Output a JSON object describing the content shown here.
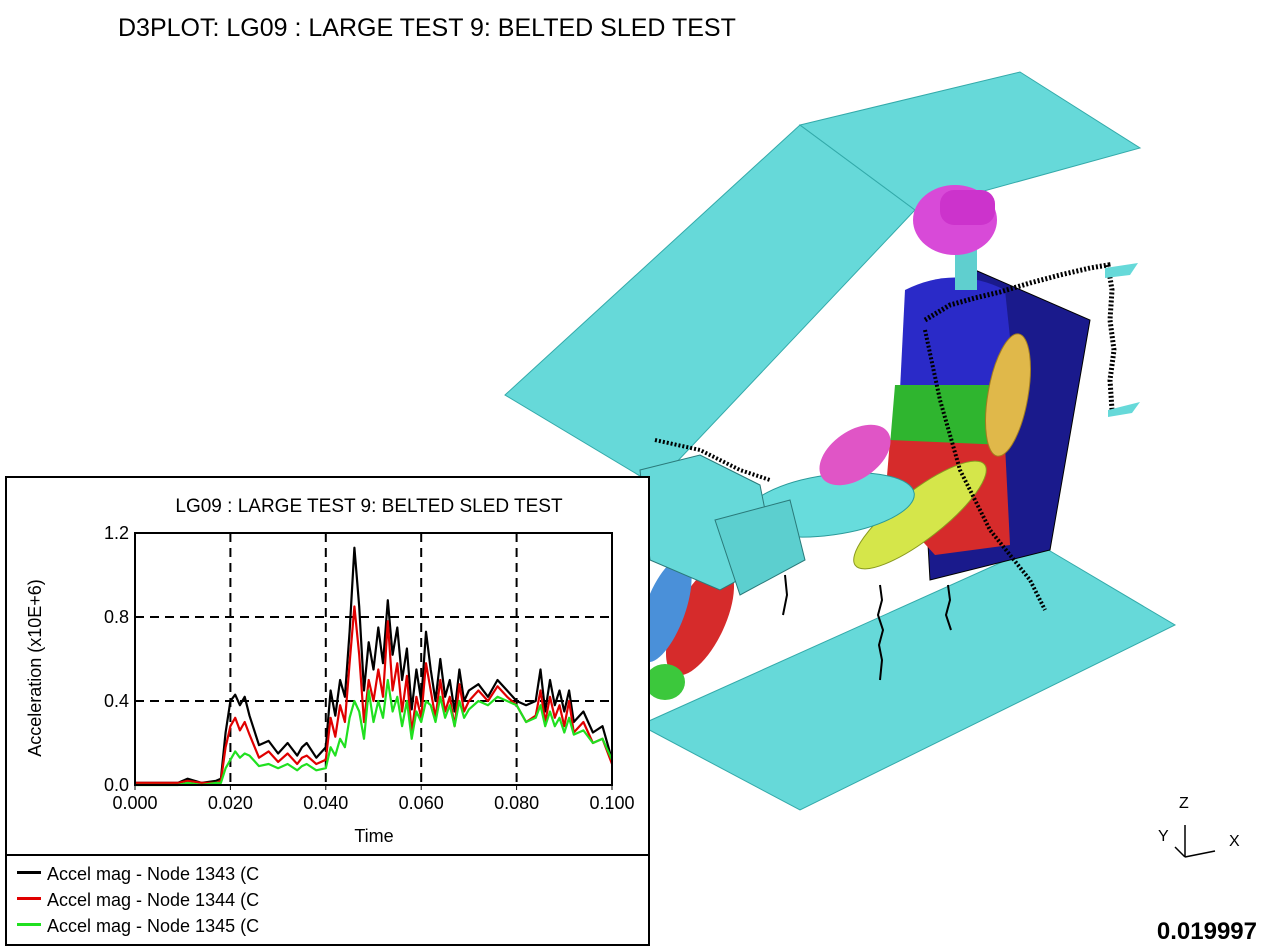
{
  "window": {
    "title": "D3PLOT: LG09 : LARGE TEST 9: BELTED SLED TEST",
    "time_readout": "0.019997"
  },
  "triad": {
    "z": "Z",
    "y": "Y",
    "x": "X"
  },
  "chart_data": {
    "type": "line",
    "title": "LG09 : LARGE TEST 9: BELTED SLED TEST",
    "xlabel": "Time",
    "ylabel": "Acceleration (x10E+6)",
    "xlim": [
      0.0,
      0.1
    ],
    "ylim": [
      0.0,
      1.2
    ],
    "xticks": [
      "0.000",
      "0.020",
      "0.040",
      "0.060",
      "0.080",
      "0.100"
    ],
    "yticks": [
      "0.0",
      "0.4",
      "0.8",
      "1.2"
    ],
    "grid": true,
    "legend_position": "bottom",
    "series": [
      {
        "name": "Accel mag - Node 1343 (C",
        "color": "#000000",
        "x": [
          0.0,
          0.009,
          0.011,
          0.014,
          0.017,
          0.018,
          0.019,
          0.02,
          0.021,
          0.022,
          0.023,
          0.024,
          0.026,
          0.028,
          0.03,
          0.032,
          0.034,
          0.035,
          0.036,
          0.038,
          0.04,
          0.041,
          0.042,
          0.043,
          0.044,
          0.045,
          0.046,
          0.047,
          0.048,
          0.049,
          0.05,
          0.051,
          0.052,
          0.053,
          0.054,
          0.055,
          0.056,
          0.057,
          0.058,
          0.059,
          0.06,
          0.061,
          0.062,
          0.063,
          0.064,
          0.065,
          0.066,
          0.067,
          0.068,
          0.069,
          0.07,
          0.072,
          0.074,
          0.076,
          0.078,
          0.08,
          0.082,
          0.084,
          0.085,
          0.086,
          0.087,
          0.088,
          0.089,
          0.09,
          0.091,
          0.092,
          0.094,
          0.096,
          0.098,
          0.1
        ],
        "values": [
          0.01,
          0.01,
          0.03,
          0.01,
          0.02,
          0.03,
          0.25,
          0.4,
          0.43,
          0.38,
          0.42,
          0.33,
          0.19,
          0.21,
          0.15,
          0.2,
          0.14,
          0.18,
          0.2,
          0.13,
          0.18,
          0.45,
          0.33,
          0.5,
          0.42,
          0.73,
          1.13,
          0.85,
          0.45,
          0.68,
          0.55,
          0.75,
          0.58,
          0.88,
          0.62,
          0.75,
          0.5,
          0.65,
          0.36,
          0.55,
          0.4,
          0.73,
          0.55,
          0.4,
          0.6,
          0.42,
          0.5,
          0.35,
          0.55,
          0.4,
          0.45,
          0.48,
          0.42,
          0.5,
          0.45,
          0.4,
          0.38,
          0.4,
          0.55,
          0.35,
          0.5,
          0.38,
          0.45,
          0.35,
          0.45,
          0.3,
          0.35,
          0.25,
          0.28,
          0.12
        ]
      },
      {
        "name": "Accel mag - Node 1344 (C",
        "color": "#e00000",
        "x": [
          0.0,
          0.009,
          0.011,
          0.014,
          0.017,
          0.018,
          0.019,
          0.02,
          0.021,
          0.022,
          0.023,
          0.024,
          0.026,
          0.028,
          0.03,
          0.032,
          0.034,
          0.035,
          0.036,
          0.038,
          0.04,
          0.041,
          0.042,
          0.043,
          0.044,
          0.045,
          0.046,
          0.047,
          0.048,
          0.049,
          0.05,
          0.051,
          0.052,
          0.053,
          0.054,
          0.055,
          0.056,
          0.057,
          0.058,
          0.059,
          0.06,
          0.061,
          0.062,
          0.063,
          0.064,
          0.065,
          0.066,
          0.067,
          0.068,
          0.069,
          0.07,
          0.072,
          0.074,
          0.076,
          0.078,
          0.08,
          0.082,
          0.084,
          0.085,
          0.086,
          0.087,
          0.088,
          0.089,
          0.09,
          0.091,
          0.092,
          0.094,
          0.096,
          0.098,
          0.1
        ],
        "values": [
          0.01,
          0.01,
          0.02,
          0.01,
          0.01,
          0.02,
          0.18,
          0.28,
          0.32,
          0.26,
          0.3,
          0.24,
          0.13,
          0.16,
          0.11,
          0.15,
          0.1,
          0.13,
          0.14,
          0.1,
          0.12,
          0.32,
          0.23,
          0.38,
          0.3,
          0.58,
          0.85,
          0.62,
          0.3,
          0.5,
          0.4,
          0.55,
          0.42,
          0.78,
          0.45,
          0.58,
          0.35,
          0.52,
          0.25,
          0.42,
          0.32,
          0.58,
          0.45,
          0.32,
          0.5,
          0.35,
          0.42,
          0.28,
          0.48,
          0.35,
          0.4,
          0.45,
          0.4,
          0.47,
          0.42,
          0.38,
          0.3,
          0.33,
          0.45,
          0.3,
          0.42,
          0.32,
          0.38,
          0.28,
          0.4,
          0.25,
          0.3,
          0.2,
          0.22,
          0.1
        ]
      },
      {
        "name": "Accel mag - Node 1345 (C",
        "color": "#20e020",
        "x": [
          0.0,
          0.009,
          0.011,
          0.014,
          0.017,
          0.018,
          0.019,
          0.02,
          0.021,
          0.022,
          0.023,
          0.024,
          0.026,
          0.028,
          0.03,
          0.032,
          0.034,
          0.035,
          0.036,
          0.038,
          0.04,
          0.041,
          0.042,
          0.043,
          0.044,
          0.045,
          0.046,
          0.047,
          0.048,
          0.049,
          0.05,
          0.051,
          0.052,
          0.053,
          0.054,
          0.055,
          0.056,
          0.057,
          0.058,
          0.059,
          0.06,
          0.061,
          0.062,
          0.063,
          0.064,
          0.065,
          0.066,
          0.067,
          0.068,
          0.069,
          0.07,
          0.072,
          0.074,
          0.076,
          0.078,
          0.08,
          0.082,
          0.084,
          0.085,
          0.086,
          0.087,
          0.088,
          0.089,
          0.09,
          0.091,
          0.092,
          0.094,
          0.096,
          0.098,
          0.1
        ],
        "values": [
          0.0,
          0.0,
          0.01,
          0.0,
          0.01,
          0.01,
          0.08,
          0.12,
          0.16,
          0.13,
          0.15,
          0.14,
          0.09,
          0.1,
          0.08,
          0.1,
          0.07,
          0.09,
          0.1,
          0.07,
          0.08,
          0.18,
          0.14,
          0.22,
          0.18,
          0.32,
          0.4,
          0.35,
          0.22,
          0.45,
          0.3,
          0.4,
          0.32,
          0.5,
          0.35,
          0.42,
          0.28,
          0.4,
          0.22,
          0.35,
          0.3,
          0.4,
          0.38,
          0.3,
          0.42,
          0.32,
          0.38,
          0.28,
          0.4,
          0.32,
          0.36,
          0.4,
          0.38,
          0.42,
          0.4,
          0.38,
          0.3,
          0.32,
          0.38,
          0.28,
          0.35,
          0.28,
          0.32,
          0.25,
          0.32,
          0.24,
          0.26,
          0.2,
          0.22,
          0.12
        ]
      }
    ]
  }
}
